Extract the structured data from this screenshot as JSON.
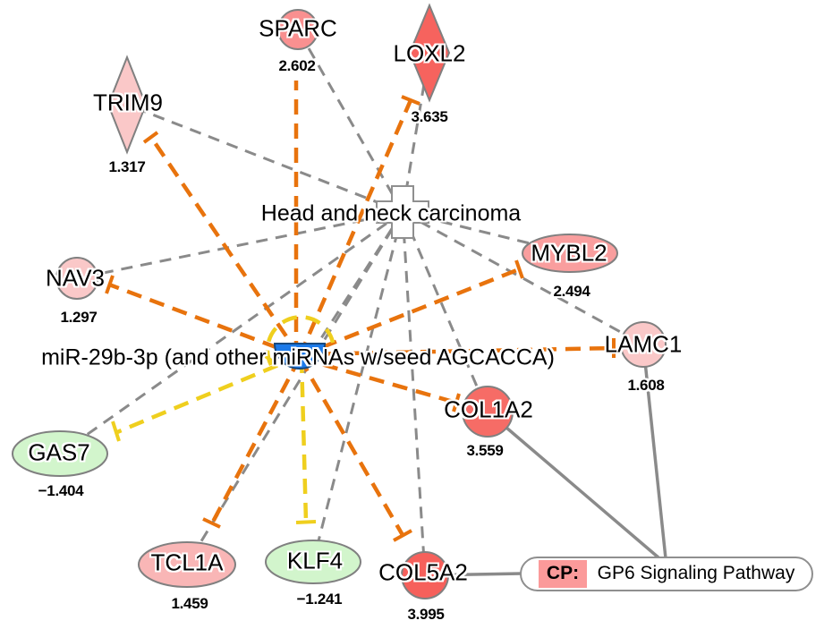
{
  "network": {
    "background_color": "#ffffff",
    "disease_node": {
      "label": "Head and neck carcinoma",
      "shape": "cross",
      "fill": "#ffffff",
      "stroke": "#8f8f8f"
    },
    "mirna_node": {
      "label": "miR-29b-3p (and other miRNAs w/seed AGCACCA)",
      "shape": "mature-microrna-halfdisc",
      "fill": "#1c7ae9",
      "stroke": "#17497f"
    },
    "pathway_node": {
      "prefix": "CP:",
      "label": "GP6 Signaling Pathway",
      "prefix_bg": "#fb9a9a",
      "fill": "#ffffff",
      "stroke": "#8f8f8f"
    },
    "genes": [
      {
        "label": "SPARC",
        "value": "2.602",
        "shape": "circle",
        "fill": "#f99090"
      },
      {
        "label": "LOXL2",
        "value": "3.635",
        "shape": "diamond",
        "fill": "#f6635e"
      },
      {
        "label": "TRIM9",
        "value": "1.317",
        "shape": "diamond",
        "fill": "#fac8c8"
      },
      {
        "label": "NAV3",
        "value": "1.297",
        "shape": "circle",
        "fill": "#fac8c8"
      },
      {
        "label": "MYBL2",
        "value": "2.494",
        "shape": "ellipse",
        "fill": "#f99e9e"
      },
      {
        "label": "LAMC1",
        "value": "1.608",
        "shape": "circle",
        "fill": "#fac8c8"
      },
      {
        "label": "COL1A2",
        "value": "3.559",
        "shape": "circle",
        "fill": "#f66c66"
      },
      {
        "label": "GAS7",
        "value": "−1.404",
        "shape": "ellipse",
        "fill": "#d2f5cc"
      },
      {
        "label": "TCL1A",
        "value": "1.459",
        "shape": "ellipse",
        "fill": "#f9b6b6"
      },
      {
        "label": "KLF4",
        "value": "−1.241",
        "shape": "ellipse",
        "fill": "#d2f5cc"
      },
      {
        "label": "COL5A2",
        "value": "3.995",
        "shape": "circle",
        "fill": "#f6605b"
      }
    ],
    "node_stroke": "#808080",
    "edge_colors": {
      "association_dashed": "#8a8a8a",
      "inhibition_predicted": "#e8730d",
      "findings_inconsistent": "#efcf1e",
      "solid_relationship": "#8a8a8a"
    },
    "edges": [
      {
        "from": "Head and neck carcinoma",
        "to": "SPARC",
        "style": "gray-dashed"
      },
      {
        "from": "Head and neck carcinoma",
        "to": "LOXL2",
        "style": "gray-dashed"
      },
      {
        "from": "Head and neck carcinoma",
        "to": "TRIM9",
        "style": "gray-dashed"
      },
      {
        "from": "Head and neck carcinoma",
        "to": "NAV3",
        "style": "gray-dashed"
      },
      {
        "from": "Head and neck carcinoma",
        "to": "MYBL2",
        "style": "gray-dashed"
      },
      {
        "from": "Head and neck carcinoma",
        "to": "LAMC1",
        "style": "gray-dashed"
      },
      {
        "from": "Head and neck carcinoma",
        "to": "COL1A2",
        "style": "gray-dashed"
      },
      {
        "from": "Head and neck carcinoma",
        "to": "COL5A2",
        "style": "gray-dashed"
      },
      {
        "from": "Head and neck carcinoma",
        "to": "KLF4",
        "style": "gray-dashed"
      },
      {
        "from": "Head and neck carcinoma",
        "to": "GAS7",
        "style": "gray-dashed"
      },
      {
        "from": "Head and neck carcinoma",
        "to": "TCL1A",
        "style": "gray-dashed"
      },
      {
        "from": "Head and neck carcinoma",
        "to": "miR-29b-3p",
        "style": "gray-dashed"
      },
      {
        "from": "miR-29b-3p",
        "to": "SPARC",
        "style": "orange-dashed-inhibition"
      },
      {
        "from": "miR-29b-3p",
        "to": "LOXL2",
        "style": "orange-dashed-inhibition"
      },
      {
        "from": "miR-29b-3p",
        "to": "TRIM9",
        "style": "orange-dashed-inhibition"
      },
      {
        "from": "miR-29b-3p",
        "to": "NAV3",
        "style": "orange-dashed-inhibition"
      },
      {
        "from": "miR-29b-3p",
        "to": "MYBL2",
        "style": "orange-dashed-inhibition"
      },
      {
        "from": "miR-29b-3p",
        "to": "LAMC1",
        "style": "orange-dashed-inhibition"
      },
      {
        "from": "miR-29b-3p",
        "to": "COL1A2",
        "style": "orange-dashed-inhibition"
      },
      {
        "from": "miR-29b-3p",
        "to": "COL5A2",
        "style": "orange-dashed-inhibition"
      },
      {
        "from": "miR-29b-3p",
        "to": "TCL1A",
        "style": "orange-dashed-inhibition"
      },
      {
        "from": "miR-29b-3p",
        "to": "GAS7",
        "style": "yellow-dashed-inhibition"
      },
      {
        "from": "miR-29b-3p",
        "to": "KLF4",
        "style": "yellow-dashed-inhibition"
      },
      {
        "from": "miR-29b-3p",
        "to": "miR-29b-3p",
        "style": "yellow-self-loop"
      },
      {
        "from": "COL1A2",
        "to": "GP6 Signaling Pathway",
        "style": "gray-solid"
      },
      {
        "from": "LAMC1",
        "to": "GP6 Signaling Pathway",
        "style": "gray-solid"
      },
      {
        "from": "COL5A2",
        "to": "GP6 Signaling Pathway",
        "style": "gray-solid"
      }
    ]
  }
}
